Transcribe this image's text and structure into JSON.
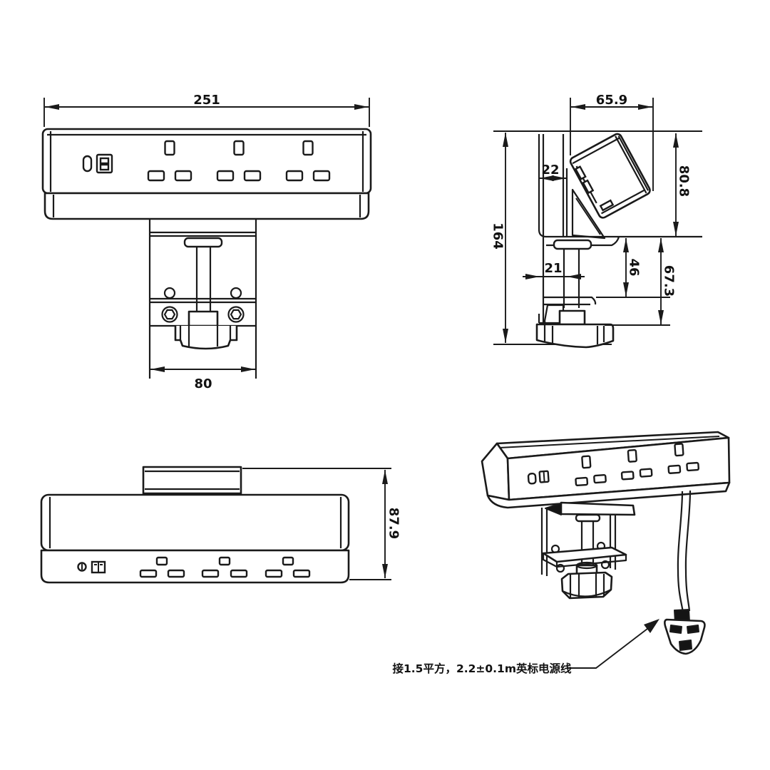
{
  "drawing": {
    "background_color": "#ffffff",
    "line_color": "#1a1a1a"
  },
  "dims": {
    "front_width": "251",
    "clamp_width": "80",
    "side_top_width": "65.9",
    "side_offset": "22",
    "side_upper_height": "80.8",
    "side_total_height": "164",
    "screw_offset": "21",
    "jaw_opening": "46",
    "clamp_depth": "67.3",
    "body_depth": "87.9"
  },
  "annotation": {
    "cable_note": "接1.5平方，2.2±0.1m英标电源线"
  }
}
